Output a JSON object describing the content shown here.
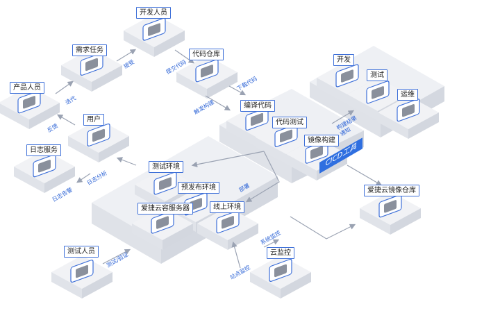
{
  "colors": {
    "accent": "#3d6fd8",
    "platform": "#eceef3",
    "arrow": "#9aa2b2",
    "icon": "#8a909c"
  },
  "nodes": {
    "dev_people": "开发人员",
    "requirement_task": "需求任务",
    "code_repo": "代码仓库",
    "product_people": "产品人员",
    "user": "用户",
    "log_service": "日志服务",
    "compile_code": "编译代码",
    "code_test": "代码测试",
    "image_build": "镜像构建",
    "cicd_tool": "CICD工具",
    "dev": "开发",
    "test": "测试",
    "ops": "运维",
    "test_env": "测试环境",
    "prerelease_env": "预发布环境",
    "container_server": "爱捷云容服务器",
    "online_env": "线上环境",
    "image_registry": "爱捷云镜像仓库",
    "tester": "测试人员",
    "cloud_monitor": "云监控"
  },
  "edges": {
    "receive": "接受",
    "submit_code": "提交代码",
    "pull_code": "下载代码",
    "trigger_build": "触发构建",
    "iterate": "迭代",
    "feedback": "反馈",
    "log_analysis": "日志分析",
    "log_alert": "日志告警",
    "deploy": "部署",
    "build_result_notify": "构建结果\n通知",
    "test_verify": "测试/验证",
    "monitor": "系统监控",
    "site_monitor": "站点监控"
  },
  "icons": [
    "user-icon",
    "document-icon",
    "repository-icon",
    "terminal-icon",
    "test-icon",
    "gear-icon",
    "image-icon",
    "monitor-icon",
    "lock-icon",
    "camera-icon",
    "log-icon"
  ]
}
